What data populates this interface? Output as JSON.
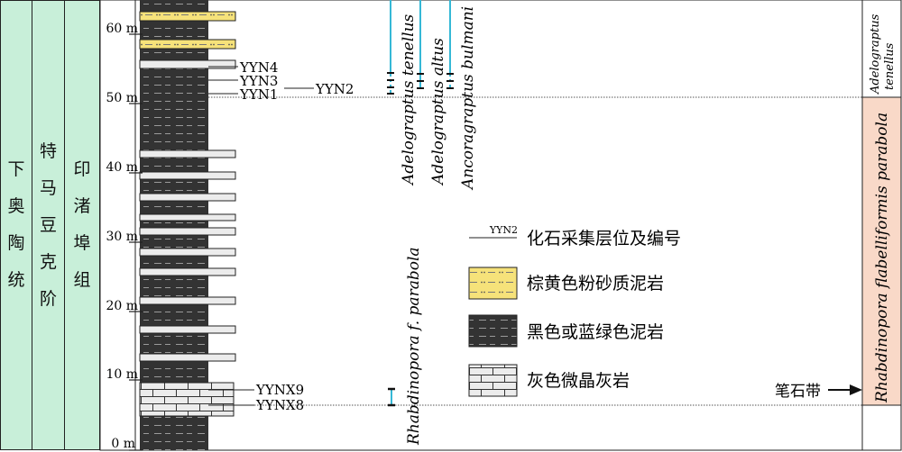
{
  "columns": {
    "series": "下奥陶统",
    "stage": "特马豆克阶",
    "formation": "印渚埠组"
  },
  "depth_ticks": [
    "0 m",
    "10 m",
    "20 m",
    "30 m",
    "40 m",
    "50 m",
    "60 m"
  ],
  "samples": {
    "yyn4": "YYN4",
    "yyn3": "YYN3",
    "yyn2": "YYN2",
    "yyn1": "YYN1",
    "yynx9": "YYNX9",
    "yynx8": "YYNX8"
  },
  "species": {
    "tenellus": "Adelograptus tenellus",
    "altus": "Adelograptus altus",
    "bulmani": "Ancoragraptus bulmani",
    "rhabdi_short": "Rhabdinopora f. parabola"
  },
  "zones": {
    "upper": "Adelograptus tenellus",
    "lower": "Rhabdinopora flabelliformis parabola"
  },
  "zone_arrow_label": "笔石带",
  "legend": {
    "sample_key": "YYN2",
    "sample_label": "化石采集层位及编号",
    "siltstone_label": "棕黄色粉砂质泥岩",
    "mudstone_label": "黑色或蓝绿色泥岩",
    "limestone_label": "灰色微晶灰岩"
  },
  "colors": {
    "column_green": "#c8efd9",
    "mudstone": "#333333",
    "limestone": "#ececec",
    "siltstone": "#f6e27a",
    "range_cyan": "#35b8d6",
    "zone_pink": "#f9d9c8"
  }
}
